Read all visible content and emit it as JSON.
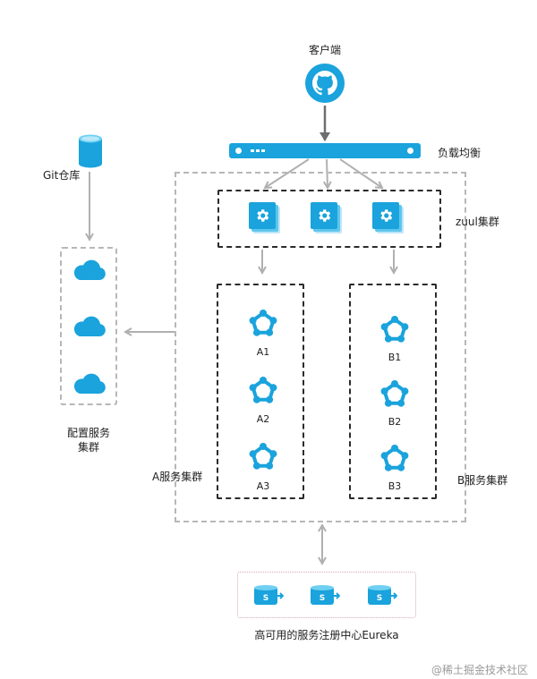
{
  "client": {
    "label": "客户端",
    "icon": "github-octocat-icon"
  },
  "load_balancer": {
    "label": "负载均衡"
  },
  "git": {
    "label": "Git仓库",
    "icon": "database-icon"
  },
  "zuul": {
    "label": "zuul集群",
    "nodes": 3,
    "icon": "gear-icon"
  },
  "config_cluster": {
    "label_line1": "配置服务",
    "label_line2": "集群",
    "icon": "cloud-icon"
  },
  "cluster_a": {
    "label": "A服务集群",
    "services": [
      "A1",
      "A2",
      "A3"
    ]
  },
  "cluster_b": {
    "label": "B服务集群",
    "services": [
      "B1",
      "B2",
      "B3"
    ]
  },
  "eureka": {
    "label": "高可用的服务注册中心Eureka",
    "icon": "server-register-icon"
  },
  "watermark": "@稀土掘金技术社区",
  "colors": {
    "accent": "#1aa3dc",
    "arrow": "#b0b0b0",
    "client_arrow": "#6e6e6e"
  }
}
